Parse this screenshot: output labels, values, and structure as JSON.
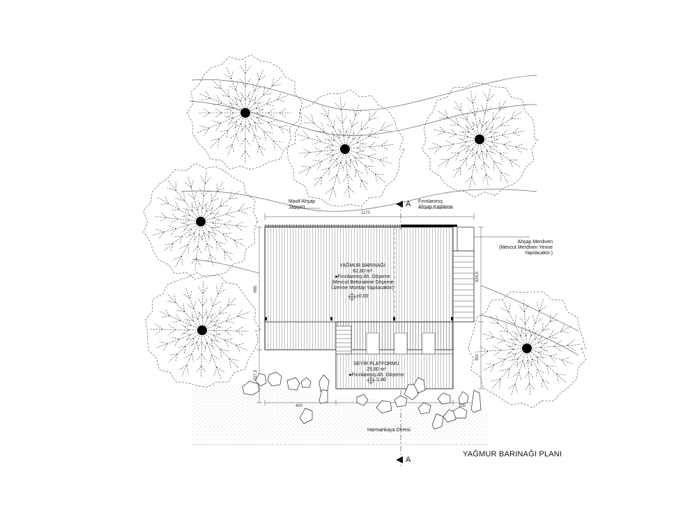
{
  "drawing": {
    "title": "YAĞMUR BARINAĞI PLANI",
    "section_marker": "A"
  },
  "labels": {
    "masif_line1": "Masif Ahşap",
    "masif_line2": "Taşıyıcı",
    "kaplama_line1": "Fırınlanmış",
    "kaplama_line2": "Ahşap Kaplama",
    "merdiven_line1": "Ahşap Merdiven",
    "merdiven_line2": "(Mevcut Merdiven Yerine",
    "merdiven_line3": "Yapılacaktır.)",
    "creek": "Harmankaya Deresi"
  },
  "rooms": {
    "shelter": {
      "name": "YAĞMUR BARINAĞI",
      "area": "62,80 m²",
      "floor": "●Fırınlanmış Ah. Döşeme",
      "note1": "(Mevcut Betonarme Döşeme",
      "note2": "Üzerine Montajı Yapılacaktır)",
      "level": "±0.00"
    },
    "platform": {
      "name": "SEYİR PLATFORMU",
      "area": "25,80 m²",
      "floor": "●Fırınlanmış Ah. Döşeme",
      "level": "-1.80"
    }
  },
  "dimensions": {
    "top_width": "1170",
    "left_height": "680",
    "right_height": "524,5",
    "left_lower": "227,5",
    "right_lower": "351",
    "bottom_left": "400",
    "bottom_right": "100"
  }
}
